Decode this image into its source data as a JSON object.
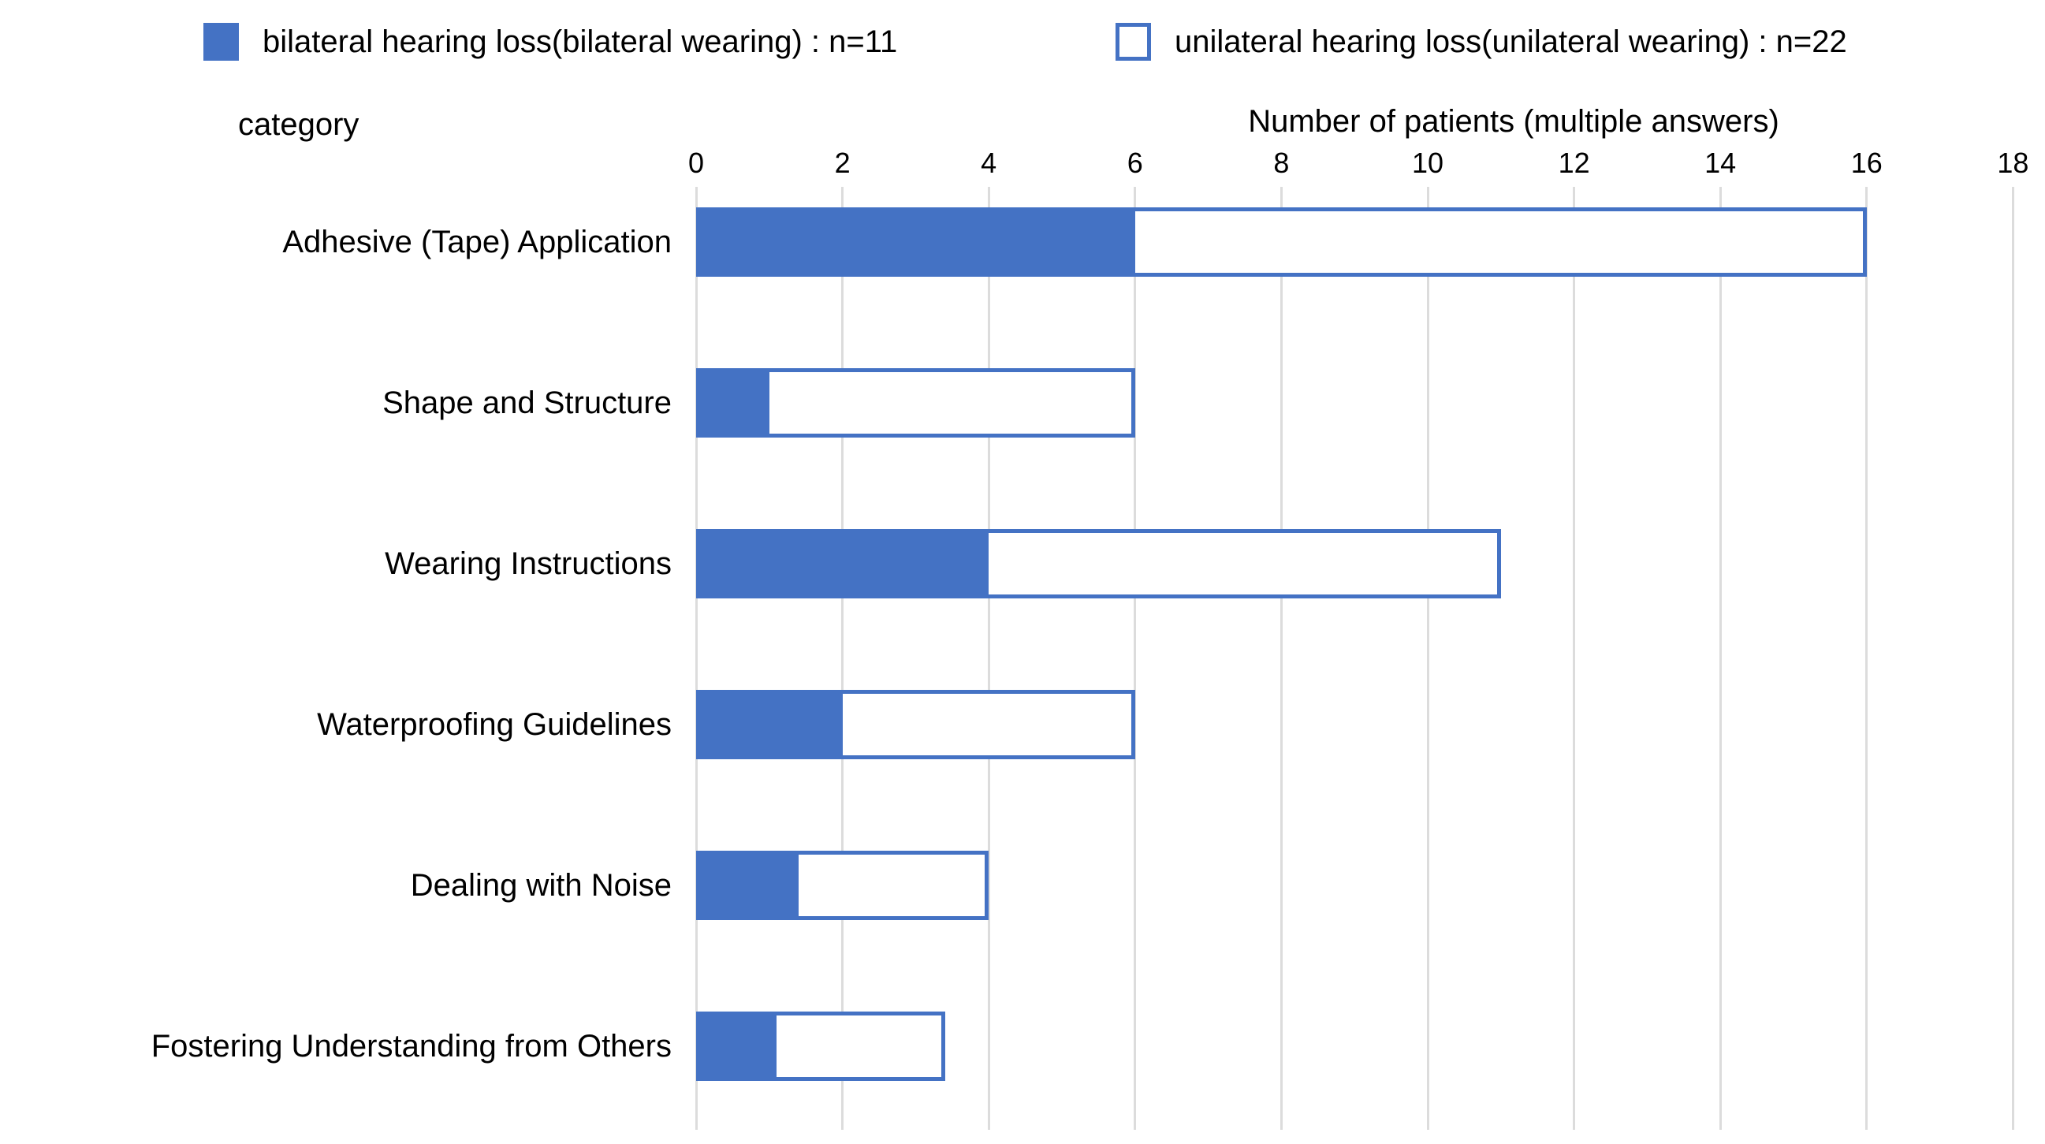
{
  "chart_data": {
    "type": "bar",
    "orientation": "horizontal",
    "stacked": true,
    "title": "",
    "category_axis_title": "category",
    "value_axis_title": "Number of patients (multiple answers)",
    "categories": [
      "Adhesive (Tape) Application",
      "Shape and Structure",
      "Wearing Instructions",
      "Waterproofing Guidelines",
      "Dealing with Noise",
      "Fostering Understanding from Others"
    ],
    "series": [
      {
        "name": "bilateral hearing loss(bilateral wearing) : n=11",
        "style": "filled",
        "color": "#4472C4",
        "values": [
          6,
          1,
          4,
          2,
          1.4,
          1.1
        ]
      },
      {
        "name": "unilateral hearing loss(unilateral wearing) : n=22",
        "style": "outlined",
        "color": "#FFFFFF",
        "border_color": "#4472C4",
        "values": [
          10,
          5,
          7,
          4,
          2.6,
          2.3
        ]
      }
    ],
    "stack_totals": [
      16,
      6,
      11,
      6,
      4,
      3.4
    ],
    "x_ticks": [
      0,
      2,
      4,
      6,
      8,
      10,
      12,
      14,
      16,
      18
    ],
    "xlim": [
      0,
      18
    ],
    "gridlines": true,
    "gridline_color": "#DCDCDC",
    "legend_position": "top",
    "accent_color": "#4472C4",
    "text_color": "#000000"
  }
}
